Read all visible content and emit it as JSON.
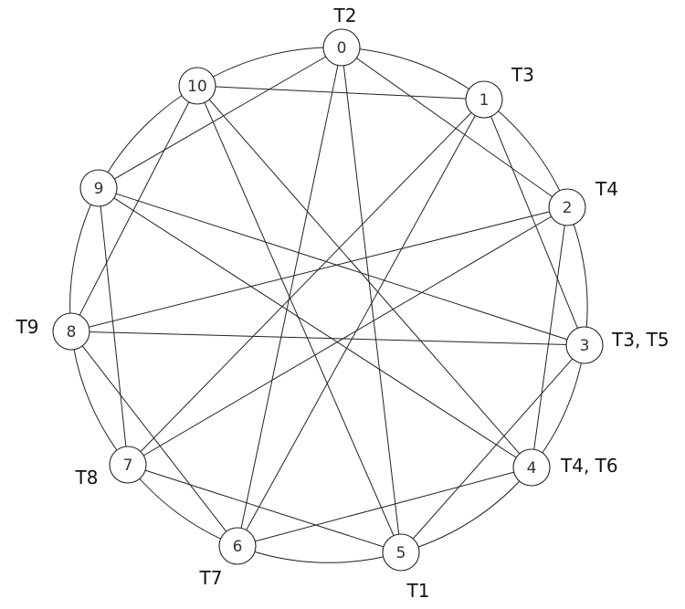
{
  "graph": {
    "nodes": [
      {
        "id": "n0",
        "label": "0"
      },
      {
        "id": "n1",
        "label": "1"
      },
      {
        "id": "n2",
        "label": "2"
      },
      {
        "id": "n3",
        "label": "3"
      },
      {
        "id": "n4",
        "label": "4"
      },
      {
        "id": "n5",
        "label": "5"
      },
      {
        "id": "n6",
        "label": "6"
      },
      {
        "id": "n7",
        "label": "7"
      },
      {
        "id": "n8",
        "label": "8"
      },
      {
        "id": "n9",
        "label": "9"
      },
      {
        "id": "n10",
        "label": "10"
      }
    ],
    "tags": [
      "T2",
      "T3",
      "T4",
      "T3, T5",
      "T4, T6",
      "T1",
      "T7",
      "T8",
      "T9"
    ],
    "ring": [
      [
        "0",
        "1"
      ],
      [
        "1",
        "2"
      ],
      [
        "2",
        "3"
      ],
      [
        "3",
        "4"
      ],
      [
        "4",
        "5"
      ],
      [
        "5",
        "6"
      ],
      [
        "6",
        "7"
      ],
      [
        "7",
        "8"
      ],
      [
        "8",
        "9"
      ],
      [
        "9",
        "10"
      ],
      [
        "10",
        "0"
      ]
    ],
    "chords": [
      [
        "0",
        "2"
      ],
      [
        "0",
        "5"
      ],
      [
        "0",
        "6"
      ],
      [
        "0",
        "9"
      ],
      [
        "10",
        "1"
      ],
      [
        "10",
        "8"
      ],
      [
        "10",
        "4"
      ],
      [
        "10",
        "5"
      ],
      [
        "1",
        "3"
      ],
      [
        "1",
        "6"
      ],
      [
        "1",
        "7"
      ],
      [
        "2",
        "4"
      ],
      [
        "2",
        "7"
      ],
      [
        "2",
        "8"
      ],
      [
        "3",
        "8"
      ],
      [
        "3",
        "9"
      ],
      [
        "3",
        "5"
      ],
      [
        "4",
        "6"
      ],
      [
        "4",
        "9"
      ],
      [
        "5",
        "7"
      ],
      [
        "6",
        "8"
      ],
      [
        "7",
        "9"
      ]
    ]
  }
}
